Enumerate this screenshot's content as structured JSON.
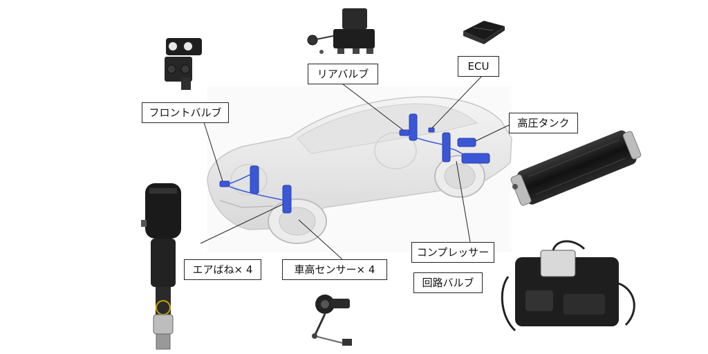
{
  "labels": {
    "front_valve": "フロントバルブ",
    "rear_valve": "リアバルブ",
    "ecu": "ECU",
    "tank": "高圧タンク",
    "compressor": "コンプレッサー",
    "circuit_valve": "回路バルブ",
    "air_spring": "エアばね× 4",
    "height_sensor": "車高センサー× 4"
  },
  "colors": {
    "part_highlight": "#3a57d6",
    "car_body": "#e9e9e9",
    "component_dark": "#1e1e1e",
    "leader_line": "#222222"
  },
  "icons": {
    "car": "car-xray-icon",
    "air_spring": "air-spring-icon",
    "front_valve": "front-valve-icon",
    "rear_valve": "rear-valve-icon",
    "ecu": "ecu-icon",
    "tank": "tank-icon",
    "compressor": "compressor-icon",
    "height_sensor": "height-sensor-icon"
  }
}
